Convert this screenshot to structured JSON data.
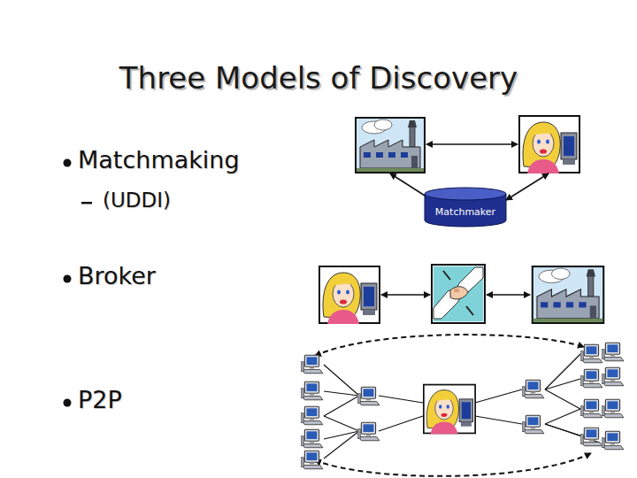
{
  "diagram": {
    "title": "Three Models of Discovery",
    "nodes": [
      {
        "text": [
          "Matchmaker"
        ]
      }
    ],
    "labels": [
      "Matchmaking",
      "(UDDI)",
      "Broker",
      "P2P"
    ]
  }
}
